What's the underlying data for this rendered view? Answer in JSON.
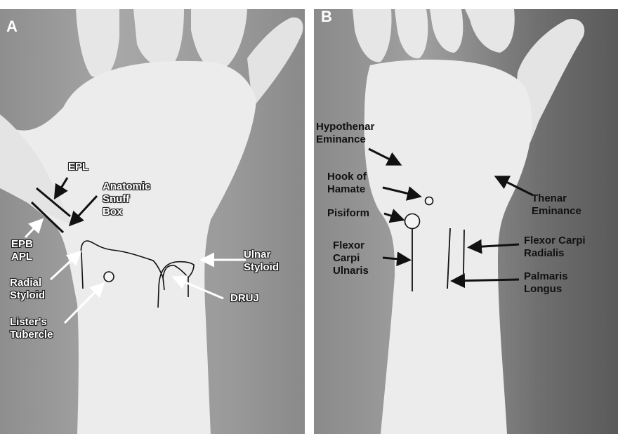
{
  "panels": {
    "a": {
      "letter": "A",
      "labels": {
        "epl": "EPL",
        "snuff_box": "Anatomic\nSnuff\nBox",
        "epb_apl": "EPB\nAPL",
        "radial_styloid": "Radial\nStyloid",
        "ulnar_styloid": "Ulnar\nStyloid",
        "druj": "DRUJ",
        "listers_tubercle": "Lister's\nTubercle"
      }
    },
    "b": {
      "letter": "B",
      "labels": {
        "hypothenar": "Hypothenar\nEminance",
        "hook_of_hamate": "Hook of\nHamate",
        "pisiform": "Pisiform",
        "thenar": "Thenar\nEminance",
        "flexor_carpi_ulnaris": "Flexor\nCarpi\nUlnaris",
        "flexor_carpi_radialis": "Flexor Carpi\nRadialis",
        "palmaris_longus": "Palmaris\nLongus"
      }
    }
  },
  "colors": {
    "label_light": "#ffffff",
    "label_dark": "#111111",
    "skin": "#e9e9e9"
  }
}
